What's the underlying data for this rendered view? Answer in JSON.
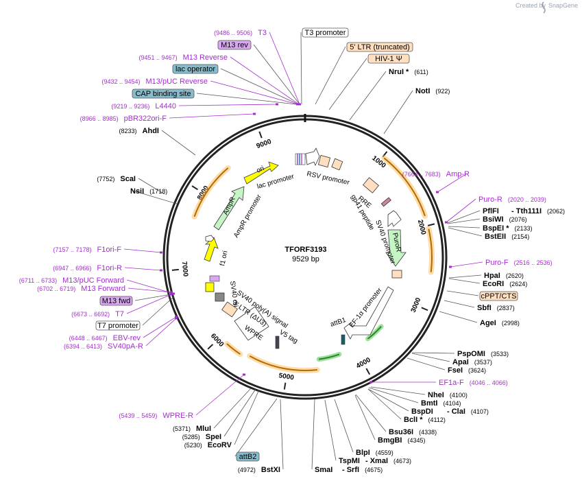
{
  "app": {
    "credit": "Created by",
    "brand": "SnapGene"
  },
  "plasmid": {
    "name": "TFORF3193",
    "length_label": "9529 bp",
    "length": 9529
  },
  "colors": {
    "primer": "#a42ccd",
    "orange": "#ffbb55",
    "green": "#44bb44",
    "bluebox": "#88bbcc",
    "purplebox": "#d7a8f0",
    "peachbox": "#ffdfbf"
  },
  "ticks": [
    "1000",
    "2000",
    "3000",
    "4000",
    "5000",
    "6000",
    "7000",
    "8000",
    "9000"
  ],
  "labels": [
    {
      "pos": "(9486 .. 9506)",
      "name": "T3",
      "kind": "primer"
    },
    {
      "name": "T3 promoter",
      "kind": "box-white"
    },
    {
      "name": "M13 rev",
      "kind": "box-purple"
    },
    {
      "name": "5' LTR (truncated)",
      "kind": "box-peach"
    },
    {
      "pos": "(9451 .. 9467)",
      "name": "M13 Reverse",
      "kind": "primer"
    },
    {
      "name": "HIV-1 Ψ",
      "kind": "box-peach"
    },
    {
      "name": "lac operator",
      "kind": "box-blue"
    },
    {
      "name": "NruI *",
      "pos": "(611)",
      "kind": "enzyme"
    },
    {
      "pos": "(9432 .. 9454)",
      "name": "M13/pUC Reverse",
      "kind": "primer"
    },
    {
      "name": "NotI",
      "pos": "(922)",
      "kind": "enzyme"
    },
    {
      "name": "CAP binding site",
      "kind": "box-blue"
    },
    {
      "pos": "(9219 .. 9236)",
      "name": "L4440",
      "kind": "primer"
    },
    {
      "pos": "(8966 .. 8985)",
      "name": "pBR322ori-F",
      "kind": "primer"
    },
    {
      "pos": "(8233)",
      "name": "AhdI",
      "kind": "enzyme-left"
    },
    {
      "pos": "(7752)",
      "name": "ScaI",
      "kind": "enzyme-left"
    },
    {
      "name": "NsiI",
      "pos": "(1718)",
      "kind": "enzyme"
    },
    {
      "pos": "(7664 .. 7683)",
      "name": "Amp-R",
      "kind": "primer"
    },
    {
      "name": "Puro-R",
      "pos": "(2020 .. 2039)",
      "kind": "primer-right"
    },
    {
      "name": "PflFI",
      "kind": "enzyme"
    },
    {
      "name": "- Tth111I",
      "pos": "(2062)",
      "kind": "enzyme"
    },
    {
      "name": "BsiWI",
      "pos": "(2076)",
      "kind": "enzyme"
    },
    {
      "name": "BspEI *",
      "pos": "(2133)",
      "kind": "enzyme"
    },
    {
      "name": "BstEII",
      "pos": "(2154)",
      "kind": "enzyme"
    },
    {
      "pos": "(7157 .. 7178)",
      "name": "F1ori-F",
      "kind": "primer"
    },
    {
      "name": "Puro-F",
      "pos": "(2516 .. 2536)",
      "kind": "primer-right"
    },
    {
      "pos": "(6947 .. 6966)",
      "name": "F1ori-R",
      "kind": "primer"
    },
    {
      "name": "HpaI",
      "pos": "(2620)",
      "kind": "enzyme"
    },
    {
      "name": "EcoRI",
      "pos": "(2624)",
      "kind": "enzyme"
    },
    {
      "pos": "(6711 .. 6733)",
      "name": "M13/pUC Forward",
      "kind": "primer"
    },
    {
      "pos": "(6702 .. 6719)",
      "name": "M13 Forward",
      "kind": "primer"
    },
    {
      "name": "cPPT/CTS",
      "kind": "box-peach"
    },
    {
      "name": "M13 fwd",
      "kind": "box-purple"
    },
    {
      "name": "SbfI",
      "pos": "(2837)",
      "kind": "enzyme"
    },
    {
      "pos": "(6673 .. 6692)",
      "name": "T7",
      "kind": "primer"
    },
    {
      "name": "AgeI",
      "pos": "(2998)",
      "kind": "enzyme"
    },
    {
      "name": "T7 promoter",
      "kind": "box-white"
    },
    {
      "pos": "(6448 .. 6467)",
      "name": "EBV-rev",
      "kind": "primer"
    },
    {
      "pos": "(6394 .. 6413)",
      "name": "SV40pA-R",
      "kind": "primer"
    },
    {
      "name": "PspOMI",
      "pos": "(3533)",
      "kind": "enzyme"
    },
    {
      "name": "ApaI",
      "pos": "(3537)",
      "kind": "enzyme"
    },
    {
      "name": "FseI",
      "pos": "(3624)",
      "kind": "enzyme"
    },
    {
      "name": "EF1a-F",
      "pos": "(4046 .. 4066)",
      "kind": "primer-right"
    },
    {
      "name": "NheI",
      "pos": "(4100)",
      "kind": "enzyme"
    },
    {
      "name": "BmtI",
      "pos": "(4104)",
      "kind": "enzyme"
    },
    {
      "name": "BspDI",
      "kind": "enzyme"
    },
    {
      "name": "- ClaI",
      "pos": "(4107)",
      "kind": "enzyme"
    },
    {
      "name": "BclI *",
      "pos": "(4112)",
      "kind": "enzyme"
    },
    {
      "pos": "(5439 .. 5459)",
      "name": "WPRE-R",
      "kind": "primer"
    },
    {
      "name": "Bsu36I",
      "pos": "(4338)",
      "kind": "enzyme"
    },
    {
      "pos": "(5371)",
      "name": "MluI",
      "kind": "enzyme-left"
    },
    {
      "name": "BmgBI",
      "pos": "(4345)",
      "kind": "enzyme"
    },
    {
      "pos": "(5285)",
      "name": "SpeI",
      "kind": "enzyme-left"
    },
    {
      "pos": "(5230)",
      "name": "EcoRV",
      "kind": "enzyme-left"
    },
    {
      "name": "BlpI",
      "pos": "(4559)",
      "kind": "enzyme"
    },
    {
      "name": "TspMI",
      "kind": "enzyme"
    },
    {
      "name": "- XmaI",
      "pos": "(4673)",
      "kind": "enzyme"
    },
    {
      "name": "attB2",
      "kind": "box-blue"
    },
    {
      "pos": "(4972)",
      "name": "BstXI",
      "kind": "enzyme-left"
    },
    {
      "name": "SmaI",
      "kind": "enzyme"
    },
    {
      "name": "- SrfI",
      "pos": "(4675)",
      "kind": "enzyme"
    }
  ],
  "features": [
    "ori",
    "lac promoter",
    "RSV promoter",
    "RRE",
    "gp41 peptide",
    "SV40 promoter",
    "PuroR",
    "AmpR",
    "AmpR promoter",
    "f1 ori",
    "SV40 ori",
    "SV40 poly(A) signal",
    "3' LTR (ΔU3)",
    "WPRE",
    "V5 tag",
    "attB1",
    "EF-1α promoter"
  ]
}
